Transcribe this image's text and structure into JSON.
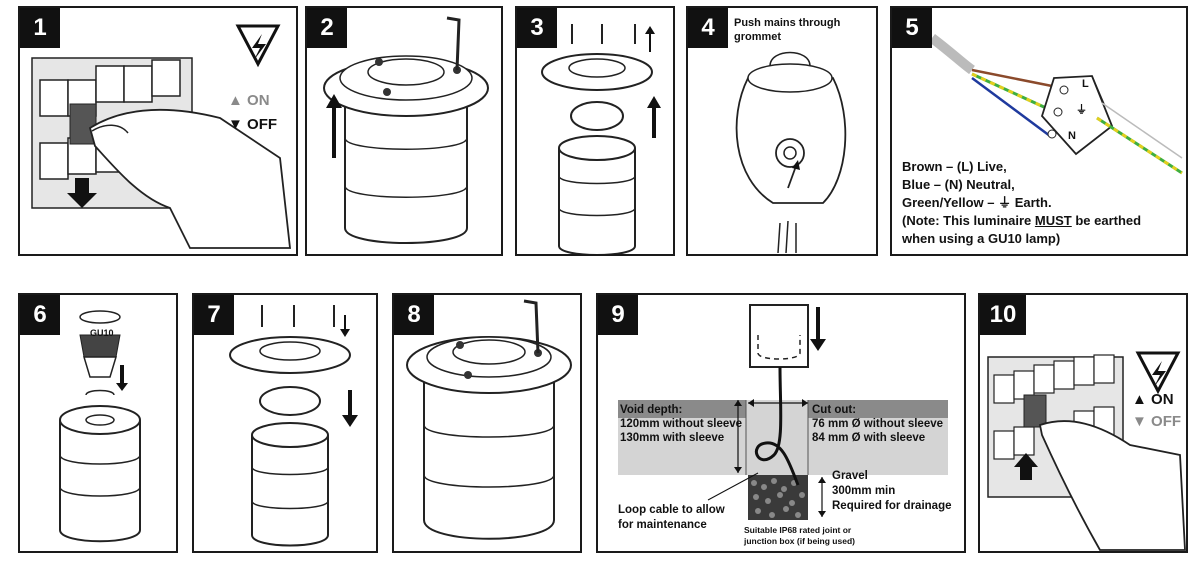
{
  "steps": [
    {
      "number": "1",
      "on_label": "ON",
      "off_label": "OFF",
      "switch_on": "ON",
      "switch_off": "OFF"
    },
    {
      "number": "2"
    },
    {
      "number": "3"
    },
    {
      "number": "4",
      "caption": [
        "Push mains through",
        "grommet"
      ]
    },
    {
      "number": "5",
      "wiring": [
        "Brown – (L) Live,",
        "Blue – (N) Neutral,",
        "Green/Yellow – ⏚ Earth."
      ],
      "note_prefix": "(Note: This luminaire ",
      "note_must": "MUST",
      "note_suffix": " be earthed",
      "note_line2": "when using a GU10 lamp)",
      "terminal_l": "L",
      "terminal_n": "N",
      "terminal_e": "⏚"
    },
    {
      "number": "6",
      "lamp_label": "GU10"
    },
    {
      "number": "7"
    },
    {
      "number": "8"
    },
    {
      "number": "9",
      "void_depth": [
        "Void depth:",
        "120mm without sleeve",
        "130mm with sleeve"
      ],
      "cut_out": [
        "Cut out:",
        "76 mm Ø without sleeve",
        "84 mm Ø with sleeve"
      ],
      "gravel": [
        "Gravel",
        "300mm min",
        "Required for drainage"
      ],
      "loop": [
        "Loop cable to allow",
        "for maintenance"
      ],
      "junction": [
        "Suitable IP68 rated joint or",
        "junction box (if being used)"
      ]
    },
    {
      "number": "10",
      "on_label": "ON",
      "off_label": "OFF",
      "switch_on": "ON",
      "switch_off": "OFF"
    }
  ],
  "colors": {
    "brown": "#8b4a2b",
    "blue": "#1f3a9e",
    "green": "#3fae3f",
    "yellow": "#e3cf1e",
    "ink": "#1a1a1a"
  }
}
